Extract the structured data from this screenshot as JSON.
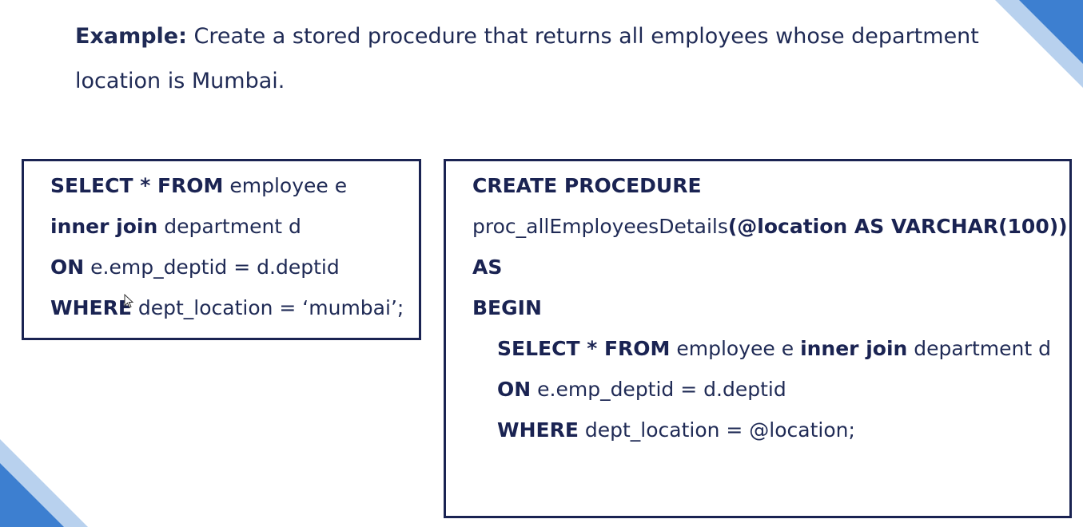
{
  "intro": {
    "lead": "Example:",
    "text": " Create a stored procedure that returns all employees whose department location is Mumbai."
  },
  "left_box": {
    "lines": [
      [
        {
          "t": "SELECT * FROM",
          "b": true
        },
        {
          "t": " employee e",
          "b": false
        }
      ],
      [
        {
          "t": "inner join",
          "b": true
        },
        {
          "t": " department d",
          "b": false
        }
      ],
      [
        {
          "t": "ON",
          "b": true
        },
        {
          "t": " e.emp_deptid = d.deptid",
          "b": false
        }
      ],
      [
        {
          "t": "WHERE",
          "b": true
        },
        {
          "t": " dept_location = ‘mumbai’;",
          "b": false
        }
      ]
    ]
  },
  "right_box": {
    "lines": [
      [
        {
          "t": "CREATE PROCEDURE",
          "b": true
        }
      ],
      [
        {
          "t": "proc_allEmployeesDetails",
          "b": false
        },
        {
          "t": "(@location AS VARCHAR(100))",
          "b": true
        }
      ],
      [
        {
          "t": "AS",
          "b": true
        }
      ],
      [
        {
          "t": "BEGIN",
          "b": true
        }
      ],
      [
        {
          "t": "SELECT * FROM",
          "b": true
        },
        {
          "t": " employee e ",
          "b": false
        },
        {
          "t": "inner join",
          "b": true
        },
        {
          "t": " department d",
          "b": false
        }
      ],
      [
        {
          "t": "ON",
          "b": true
        },
        {
          "t": " e.emp_deptid = d.deptid",
          "b": false
        }
      ],
      [
        {
          "t": "WHERE",
          "b": true
        },
        {
          "t": " dept_location = @location;",
          "b": false
        }
      ]
    ]
  },
  "colors": {
    "text": "#1f2a55",
    "border": "#1a2352",
    "accent_dark": "#3d7fd0",
    "accent_light": "#b8d1ee"
  },
  "icons": [
    "mouse-pointer-icon"
  ]
}
